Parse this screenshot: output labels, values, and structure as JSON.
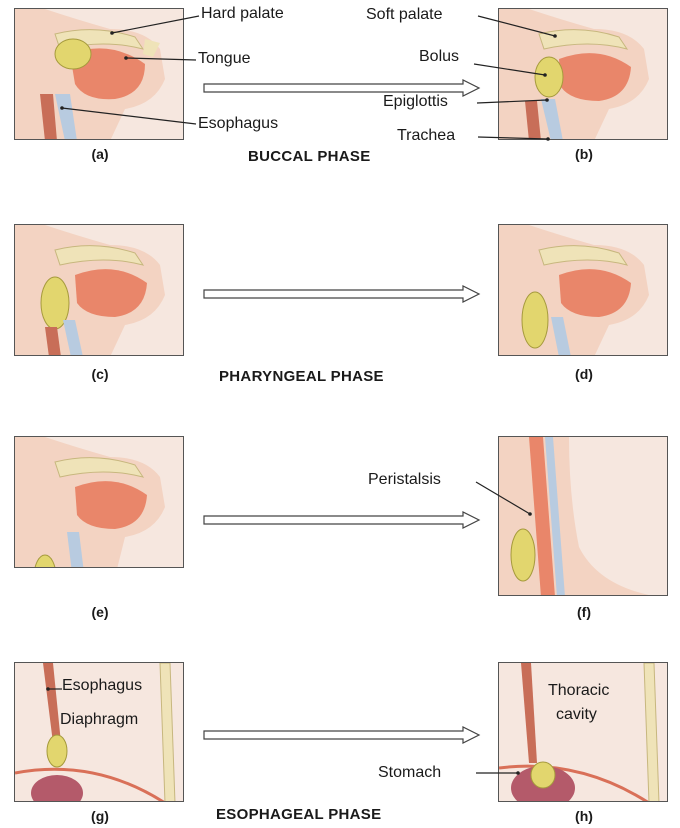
{
  "panels": [
    {
      "letter": "(a)"
    },
    {
      "letter": "(b)"
    },
    {
      "letter": "(c)"
    },
    {
      "letter": "(d)"
    },
    {
      "letter": "(e)"
    },
    {
      "letter": "(f)"
    },
    {
      "letter": "(g)"
    },
    {
      "letter": "(h)"
    }
  ],
  "phases": {
    "buccal": "BUCCAL PHASE",
    "pharyngeal": "PHARYNGEAL PHASE",
    "esophageal": "ESOPHAGEAL PHASE"
  },
  "labels": {
    "hard_palate": "Hard palate",
    "tongue": "Tongue",
    "esophagus_a": "Esophagus",
    "soft_palate": "Soft palate",
    "bolus": "Bolus",
    "epiglottis": "Epiglottis",
    "trachea": "Trachea",
    "peristalsis": "Peristalsis",
    "esophagus_g": "Esophagus",
    "diaphragm": "Diaphragm",
    "thoracic_cavity_1": "Thoracic",
    "thoracic_cavity_2": "cavity",
    "stomach": "Stomach"
  },
  "colors": {
    "skin": "#f3d3c2",
    "muscle": "#e9866a",
    "bolus": "#e2d66e",
    "cartilage": "#b8cbe0",
    "bone": "#efe3b8",
    "background": "#f6e7df"
  }
}
